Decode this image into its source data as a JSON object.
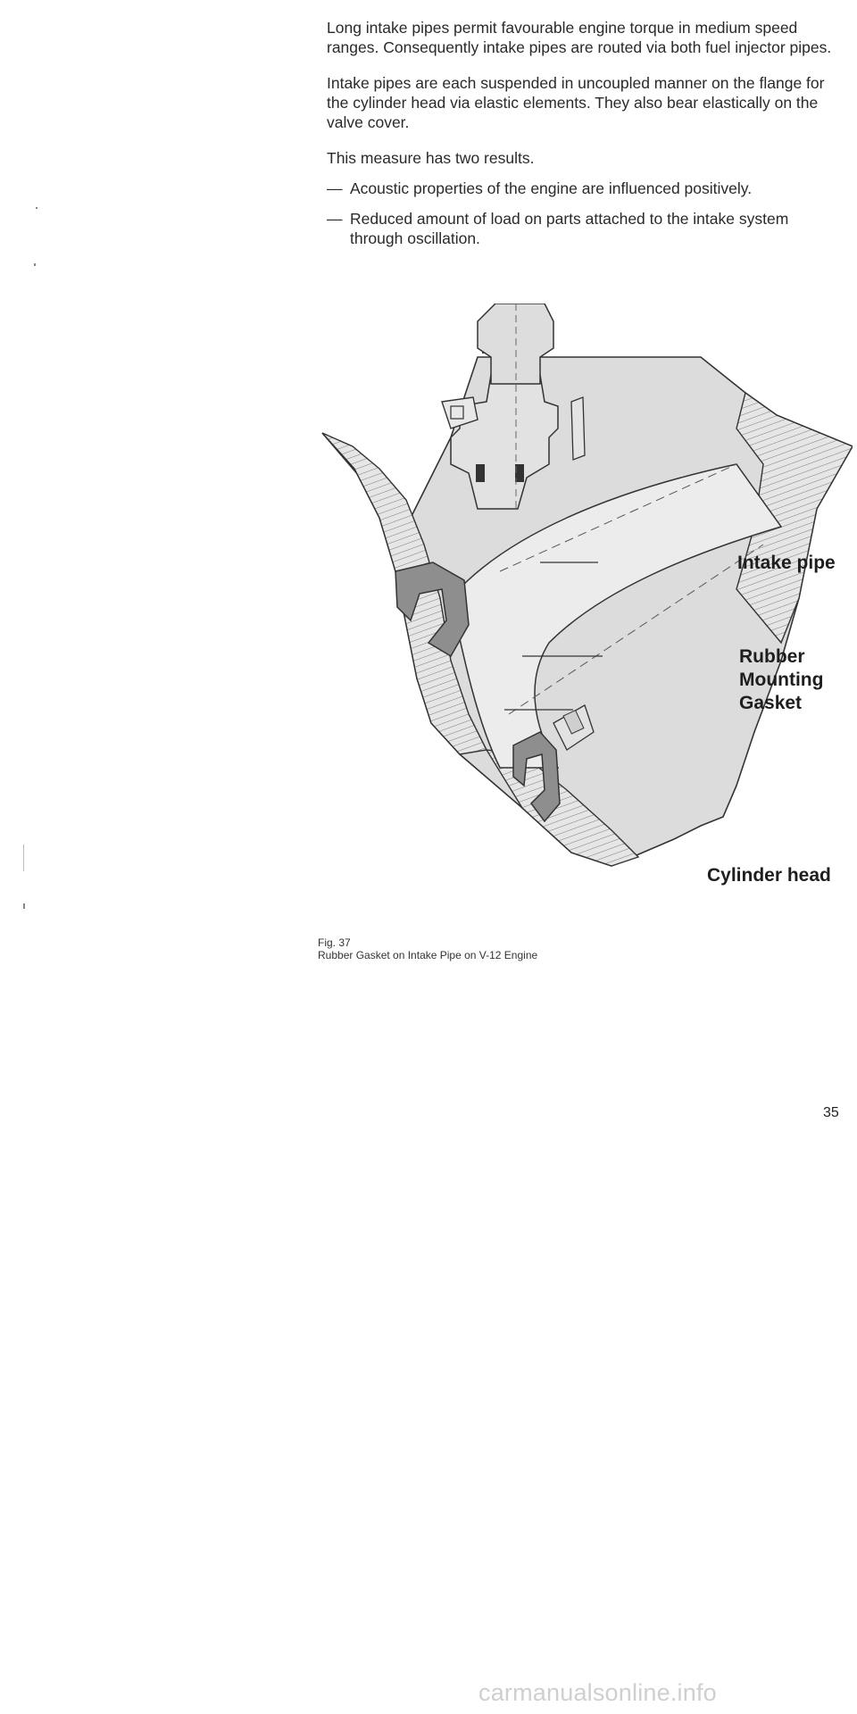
{
  "body": {
    "paragraphs": [
      "Long intake pipes permit favourable engine torque in medium speed ranges. Consequently intake pipes are routed via both fuel injector pipes.",
      "Intake pipes are each suspended in uncoupled manner on the flange for the cylinder head via elastic elements. They also bear elastically on the valve cover.",
      "This measure has two results."
    ],
    "bullet_marker": "—",
    "bullets": [
      "Acoustic properties of the engine are influenced positively.",
      "Reduced amount of load on parts attached to the intake system through oscillation."
    ]
  },
  "figure": {
    "callouts": {
      "intake_pipe": "Intake pipe",
      "rubber_gasket_line1": "Rubber",
      "rubber_gasket_line2": "Mounting",
      "rubber_gasket_line3": "Gasket",
      "cylinder_head": "Cylinder head"
    },
    "caption_number": "Fig. 37",
    "caption_title": "Rubber Gasket on Intake Pipe on V-12 Engine"
  },
  "page": {
    "number": "35"
  },
  "watermark": "carmanualsonline.info"
}
